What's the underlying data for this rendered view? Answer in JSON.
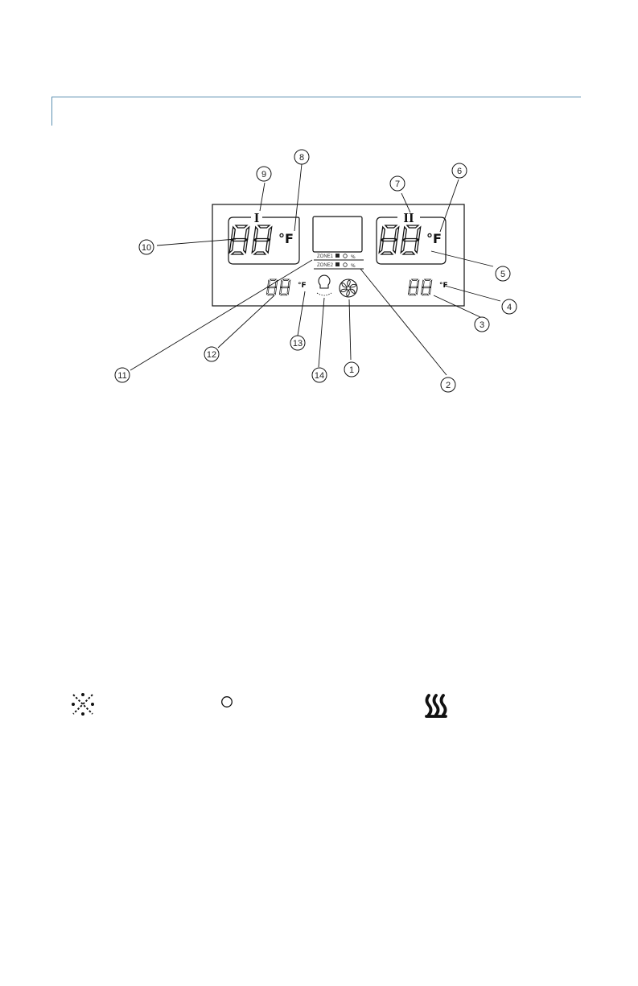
{
  "panel": {
    "zone1_numeral": "I",
    "zone2_numeral": "II",
    "zone1_temp": {
      "digits": "88",
      "unit": "°F"
    },
    "zone2_temp": {
      "digits": "88",
      "unit": "°F"
    },
    "zone1_small_temp": {
      "digits": "88",
      "unit": "°F"
    },
    "zone2_small_temp": {
      "digits": "88",
      "unit": "°F"
    },
    "zone_row_1": "ZONE1",
    "zone_row_2": "ZONE2",
    "icons": [
      "snowflake-icon",
      "circle-icon",
      "heat-icon",
      "light-icon",
      "fan-icon"
    ]
  },
  "callouts": [
    "1",
    "2",
    "3",
    "4",
    "5",
    "6",
    "7",
    "8",
    "9",
    "10",
    "11",
    "12",
    "13",
    "14"
  ],
  "legend": {
    "icons": [
      "snowflake-icon",
      "circle-icon",
      "heat-icon"
    ]
  },
  "colors": {
    "header_rule": "#5b8fb0",
    "line": "#111111"
  }
}
